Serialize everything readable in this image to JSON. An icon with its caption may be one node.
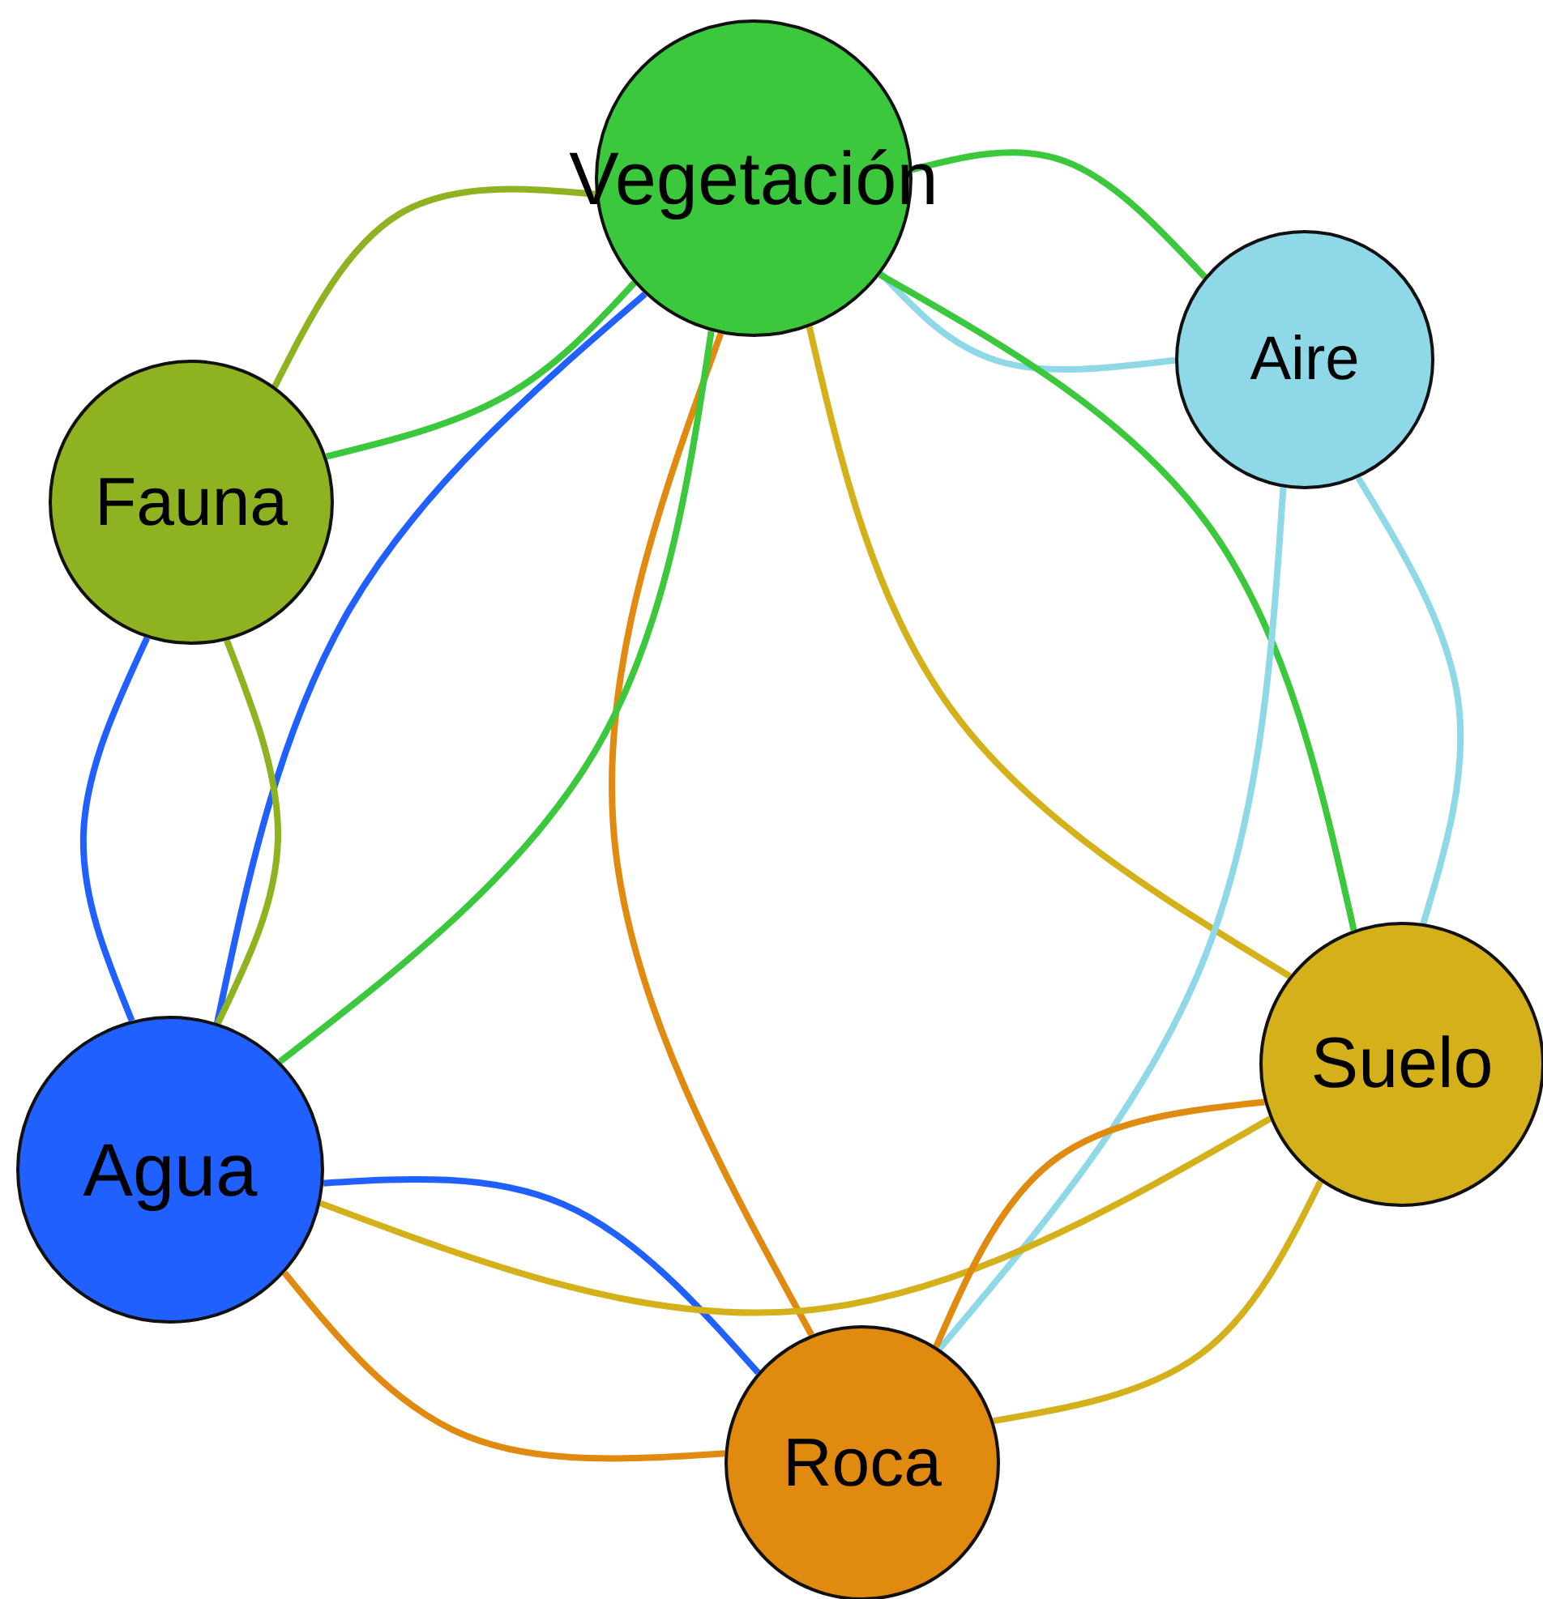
{
  "diagram": {
    "nodes": [
      {
        "text": [
          "Vegetación"
        ]
      },
      {
        "text": [
          "Aire"
        ]
      },
      {
        "text": [
          "Fauna"
        ]
      },
      {
        "text": [
          "Agua"
        ]
      },
      {
        "text": [
          "Suelo"
        ]
      },
      {
        "text": [
          "Roca"
        ]
      }
    ],
    "edges": [
      {
        "from": 0,
        "to": 1,
        "arrow": "none",
        "color": "#3cc83c"
      },
      {
        "from": 0,
        "to": 1,
        "arrow": "none",
        "color": "#8fd8e8"
      },
      {
        "from": 0,
        "to": 4,
        "arrow": "none",
        "color": "#3cc83c"
      },
      {
        "from": 0,
        "to": 4,
        "arrow": "none",
        "color": "#d4b01a"
      },
      {
        "from": 0,
        "to": 5,
        "arrow": "none",
        "color": "#e08a10"
      },
      {
        "from": 0,
        "to": 3,
        "arrow": "none",
        "color": "#3cc83c"
      },
      {
        "from": 0,
        "to": 2,
        "arrow": "none",
        "color": "#3cc83c"
      },
      {
        "from": 0,
        "to": 2,
        "arrow": "none",
        "color": "#8fb320"
      },
      {
        "from": 0,
        "to": 3,
        "arrow": "none",
        "color": "#2060ff"
      },
      {
        "from": 2,
        "to": 3,
        "arrow": "none",
        "color": "#2060ff"
      },
      {
        "from": 2,
        "to": 3,
        "arrow": "none",
        "color": "#8fb320"
      },
      {
        "from": 1,
        "to": 4,
        "arrow": "none",
        "color": "#8fd8e8"
      },
      {
        "from": 1,
        "to": 5,
        "arrow": "none",
        "color": "#8fd8e8"
      },
      {
        "from": 3,
        "to": 5,
        "arrow": "none",
        "color": "#2060ff"
      },
      {
        "from": 3,
        "to": 5,
        "arrow": "none",
        "color": "#e08a10"
      },
      {
        "from": 3,
        "to": 4,
        "arrow": "none",
        "color": "#d4b01a"
      },
      {
        "from": 4,
        "to": 5,
        "arrow": "none",
        "color": "#e08a10"
      },
      {
        "from": 4,
        "to": 5,
        "arrow": "none",
        "color": "#d4b01a"
      }
    ]
  }
}
